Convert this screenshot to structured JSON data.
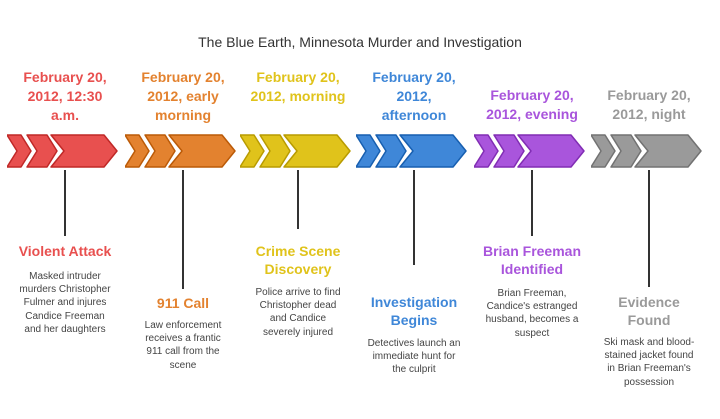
{
  "title": "The Blue Earth, Minnesota Murder and Investigation",
  "events": [
    {
      "date_lines": [
        "February 20,",
        "2012, 12:30",
        "a.m."
      ],
      "event_lines": [
        "Violent Attack"
      ],
      "desc_lines": [
        "Masked intruder",
        "murders Christopher",
        "Fulmer and injures",
        "Candice Freeman",
        "and her daughters"
      ],
      "color": "#e8504f"
    },
    {
      "date_lines": [
        "February 20,",
        "2012, early",
        "morning"
      ],
      "event_lines": [
        "911 Call"
      ],
      "desc_lines": [
        "Law enforcement",
        "receives a frantic",
        "911 call from the",
        "scene"
      ],
      "color": "#e3822f"
    },
    {
      "date_lines": [
        "February 20,",
        "2012, morning"
      ],
      "event_lines": [
        "Crime Scene",
        "Discovery"
      ],
      "desc_lines": [
        "Police arrive to find",
        "Christopher dead",
        "and Candice",
        "severely injured"
      ],
      "color": "#e0c31b"
    },
    {
      "date_lines": [
        "February 20,",
        "2012,",
        "afternoon"
      ],
      "event_lines": [
        "Investigation",
        "Begins"
      ],
      "desc_lines": [
        "Detectives launch an",
        "immediate hunt for",
        "the culprit"
      ],
      "color": "#3f87d8"
    },
    {
      "date_lines": [
        "February 20,",
        "2012, evening"
      ],
      "event_lines": [
        "Brian Freeman",
        "Identified"
      ],
      "desc_lines": [
        "Brian Freeman,",
        "Candice's estranged",
        "husband, becomes a",
        "suspect"
      ],
      "color": "#a955dc"
    },
    {
      "date_lines": [
        "February 20,",
        "2012, night"
      ],
      "event_lines": [
        "Evidence",
        "Found"
      ],
      "desc_lines": [
        "Ski mask and blood-",
        "stained jacket found",
        "in Brian Freeman's",
        "possession"
      ],
      "color": "#9a9a9a"
    }
  ]
}
